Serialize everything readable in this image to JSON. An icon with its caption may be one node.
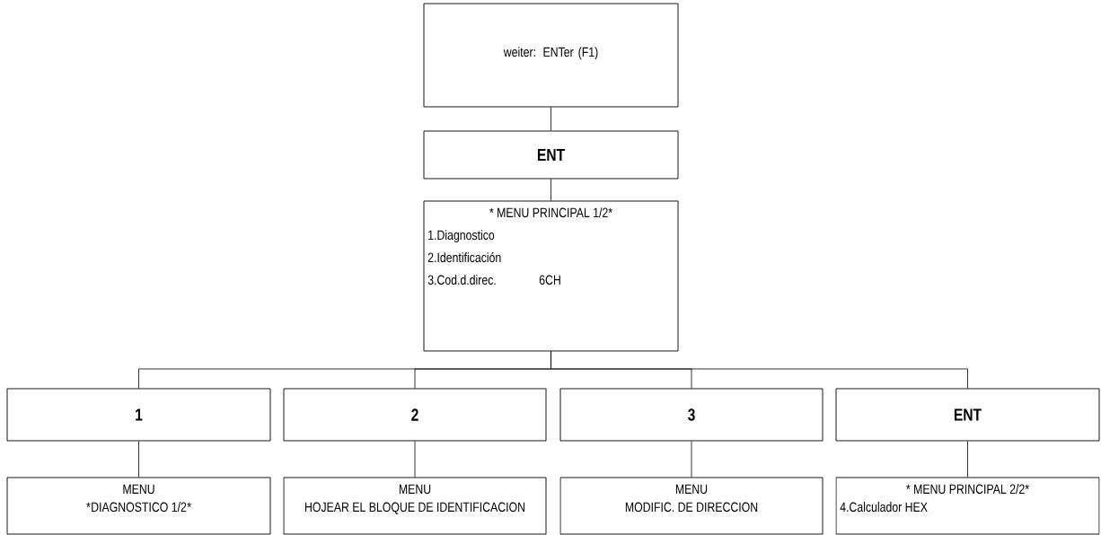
{
  "diagram": {
    "nodes": [
      {
        "text": [
          "weiter: ENTer  (F1)"
        ]
      },
      {
        "text": [
          "ENT"
        ]
      },
      {
        "text": [
          "* MENU PRINCIPAL 1/2*",
          "1.Diagnostico",
          "2.Identificación",
          "3.Cod.d.direc.",
          "6CH"
        ]
      },
      {
        "text": [
          "1"
        ]
      },
      {
        "text": [
          "2"
        ]
      },
      {
        "text": [
          "3"
        ]
      },
      {
        "text": [
          "ENT"
        ]
      },
      {
        "text": [
          "MENU",
          "*",
          "DIAGNOSTICO 1/2",
          "*"
        ]
      },
      {
        "text": [
          "MENU",
          "HOJEAR EL BLOQUE DE IDENTIFICACION"
        ]
      },
      {
        "text": [
          "MENU",
          "MODIFIC. DE DIRECCION"
        ]
      },
      {
        "text": [
          "* MENU PRINCIPAL 2/2*",
          "4.Calculador HEX"
        ]
      }
    ],
    "edges": [
      {
        "from": 0,
        "to": 1,
        "arrow": "none"
      },
      {
        "from": 1,
        "to": 2,
        "arrow": "none"
      },
      {
        "from": 2,
        "to": 3,
        "arrow": "none"
      },
      {
        "from": 2,
        "to": 4,
        "arrow": "none"
      },
      {
        "from": 2,
        "to": 5,
        "arrow": "none"
      },
      {
        "from": 2,
        "to": 6,
        "arrow": "none"
      },
      {
        "from": 3,
        "to": 7,
        "arrow": "none"
      },
      {
        "from": 4,
        "to": 8,
        "arrow": "none"
      },
      {
        "from": 5,
        "to": 9,
        "arrow": "none"
      },
      {
        "from": 6,
        "to": 10,
        "arrow": "none"
      }
    ]
  }
}
